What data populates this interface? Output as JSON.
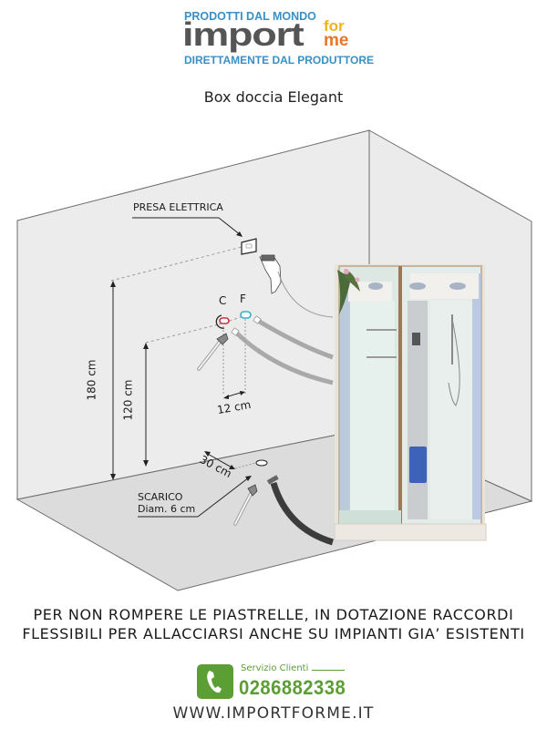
{
  "logo": {
    "tagline_top": "PRODOTTI DAL MONDO",
    "brand_main": "import",
    "brand_for": "for",
    "brand_me": "me",
    "tagline_bottom": "DIRETTAMENTE DAL PRODUTTORE",
    "colors": {
      "blue": "#3a8fc4",
      "grey": "#555555",
      "yellow": "#f2b21b",
      "orange": "#e8772a"
    }
  },
  "title": "Box doccia Elegant",
  "diagram": {
    "labels": {
      "power_outlet": "PRESA ELETTRICA",
      "hot": "C",
      "cold": "F",
      "height_outlet": "180 cm",
      "height_taps": "120 cm",
      "tap_spacing": "12 cm",
      "drain_distance": "30 cm",
      "drain_label": "SCARICO",
      "drain_diameter": "Diam. 6 cm"
    },
    "colors": {
      "wall": "#ececec",
      "floor": "#dcdcdc",
      "edge": "#6b6b6b",
      "hot": "#d0303a",
      "cold": "#2fb3c9"
    },
    "product_image": "shower-cabin-photo"
  },
  "notice": {
    "line1": "PER NON ROMPERE LE PIASTRELLE, IN DOTAZIONE RACCORDI",
    "line2": "FLESSIBILI PER ALLACCIARSI ANCHE SU IMPIANTI GIA’ ESISTENTI"
  },
  "contact": {
    "service_label": "Servizio Clienti",
    "phone": "0286882338",
    "icon": "phone-icon",
    "accent": "#5a9e34"
  },
  "website": "WWW.IMPORTFORME.IT"
}
